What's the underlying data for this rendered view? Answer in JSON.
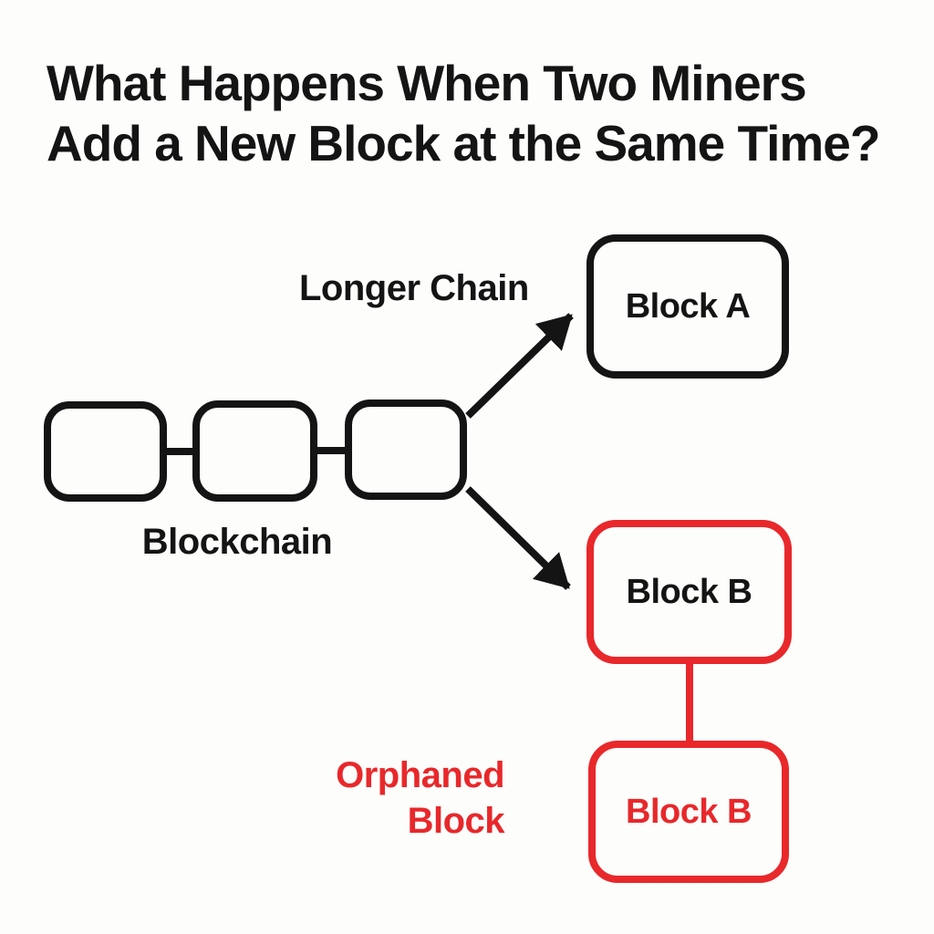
{
  "title": {
    "line1": "What Happens When Two Miners",
    "line2": "Add a New Block at the Same Time?"
  },
  "colors": {
    "ink_black": "#141414",
    "accent_red": "#e8282b",
    "background": "#fdfdfb"
  },
  "diagram": {
    "blockchain": {
      "label": "Blockchain",
      "chain_blocks": 3
    },
    "fork": {
      "longer_chain_label": "Longer Chain",
      "block_a_label": "Block A",
      "block_b_label": "Block B"
    },
    "orphaned": {
      "label_line1": "Orphaned",
      "label_line2": "Block",
      "block_label": "Block B"
    }
  }
}
